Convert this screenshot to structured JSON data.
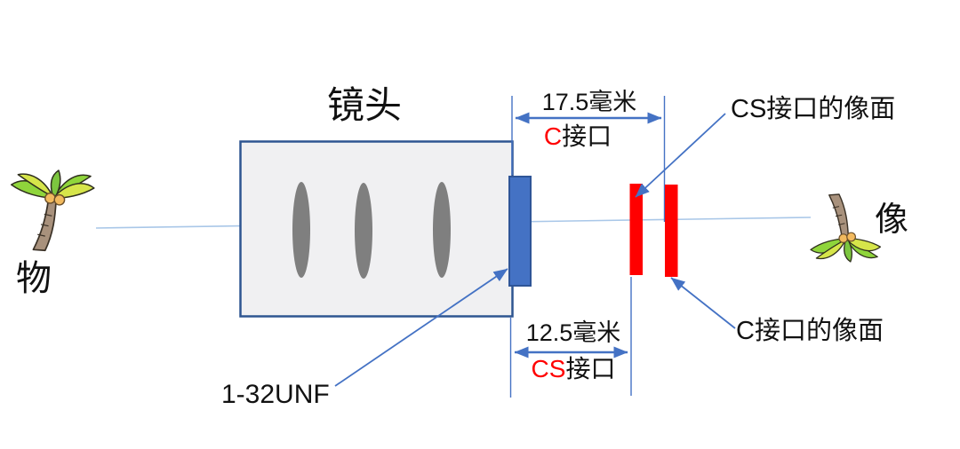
{
  "diagram": {
    "lens_title": "镜头",
    "object_label": "物",
    "image_label": "像",
    "thread_label": "1-32UNF",
    "c_mount": {
      "distance_label": "17.5毫米",
      "name_red": "C",
      "name_black": "接口",
      "plane_label": "C接口的像面"
    },
    "cs_mount": {
      "distance_label": "12.5毫米",
      "name_red": "CS",
      "name_black": "接口",
      "plane_label": "CS接口的像面"
    },
    "icons": {
      "object_icon": "palm-tree-icon",
      "image_icon": "inverted-palm-tree-icon"
    },
    "colors": {
      "accent_blue": "#4472C4",
      "border_blue": "#2F5597",
      "axis_light_blue": "#A9C7E8",
      "plane_red": "#FF0000",
      "lens_fill": "#F0F0F2",
      "lens_element_gray": "#7F7F7F",
      "text_black": "#111111"
    }
  }
}
